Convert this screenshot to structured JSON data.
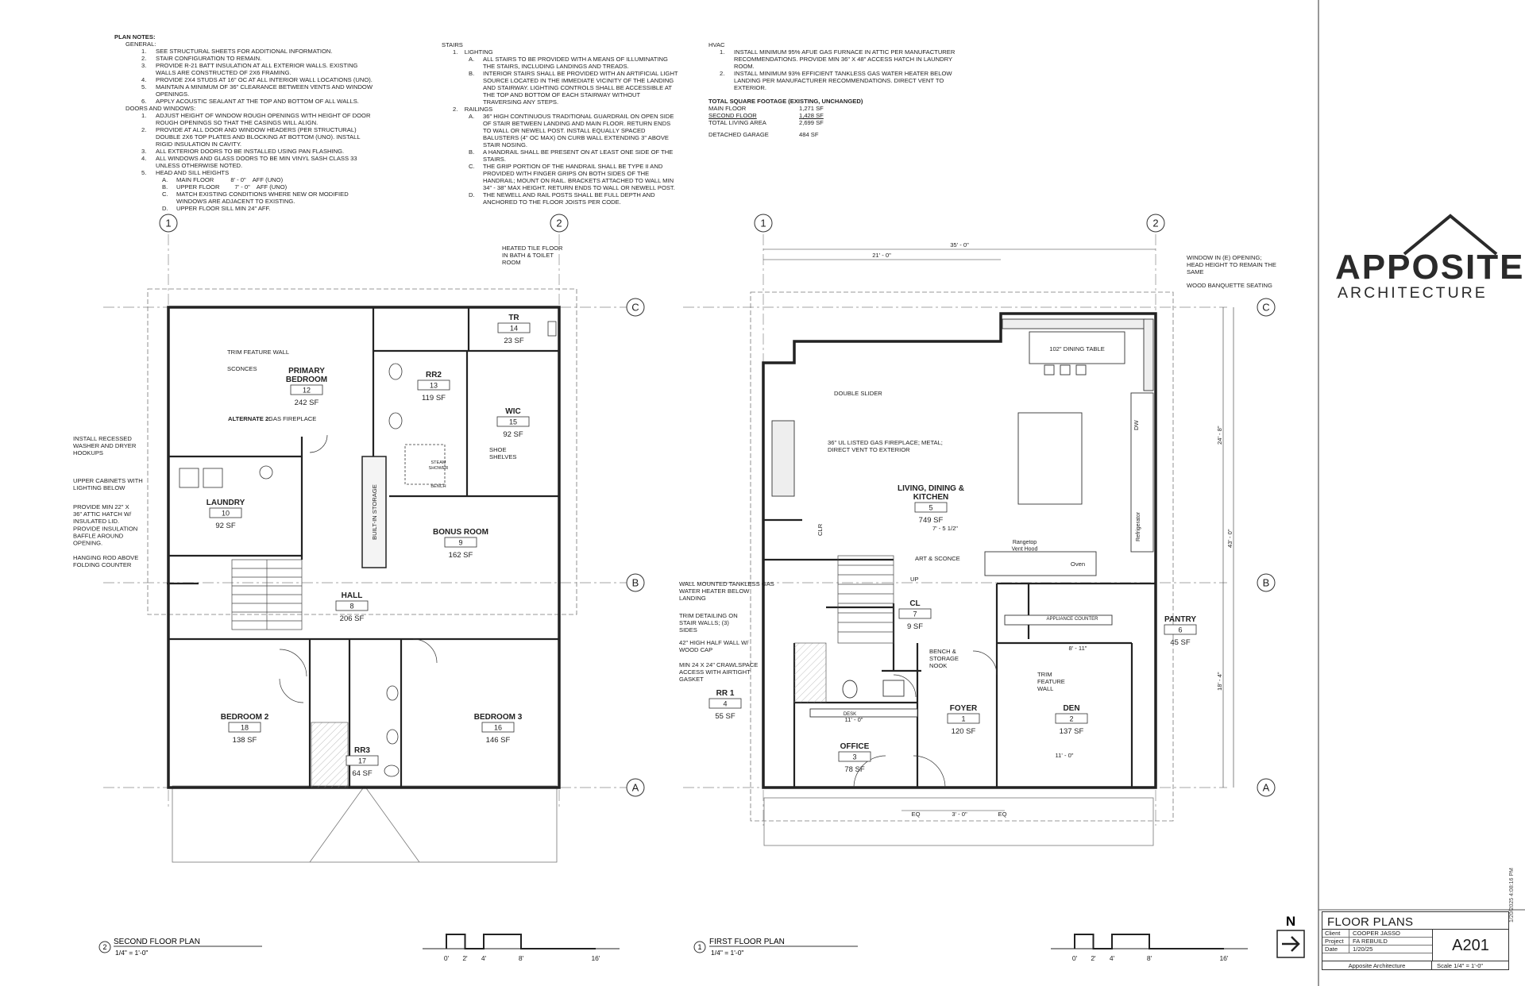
{
  "notes": {
    "title": "PLAN NOTES:",
    "general": {
      "heading": "GENERAL:",
      "items": [
        {
          "num": "1.",
          "text": "SEE STRUCTURAL SHEETS FOR ADDITIONAL INFORMATION."
        },
        {
          "num": "2.",
          "text": "STAIR CONFIGURATION TO REMAIN."
        },
        {
          "num": "3.",
          "text": "PROVIDE R-21 BATT INSULATION AT ALL EXTERIOR WALLS. EXISTING WALLS ARE CONSTRUCTED OF 2X6 FRAMING."
        },
        {
          "num": "4.",
          "text": "PROVIDE 2X4 STUDS AT 16\" OC AT ALL INTERIOR WALL LOCATIONS (UNO)."
        },
        {
          "num": "5.",
          "text": "MAINTAIN A MINIMUM OF 36\" CLEARANCE BETWEEN VENTS AND WINDOW OPENINGS."
        },
        {
          "num": "6.",
          "text": "APPLY ACOUSTIC SEALANT AT THE TOP AND BOTTOM OF ALL WALLS."
        }
      ]
    },
    "doors": {
      "heading": "DOORS AND WINDOWS:",
      "items": [
        {
          "num": "1.",
          "text": "ADJUST HEIGHT OF WINDOW ROUGH OPENINGS WITH HEIGHT OF DOOR ROUGH OPENINGS SO THAT THE CASINGS WILL ALIGN."
        },
        {
          "num": "2.",
          "text": "PROVIDE AT ALL DOOR AND WINDOW HEADERS (PER STRUCTURAL) DOUBLE 2X6 TOP PLATES AND BLOCKING AT BOTTOM (UNO). INSTALL RIGID INSULATION IN CAVITY."
        },
        {
          "num": "3.",
          "text": "ALL EXTERIOR DOORS TO BE INSTALLED USING PAN FLASHING."
        },
        {
          "num": "4.",
          "text": "ALL WINDOWS AND GLASS DOORS TO BE MIN VINYL SASH CLASS 33 UNLESS OTHERWISE NOTED."
        },
        {
          "num": "5.",
          "text": "HEAD AND SILL HEIGHTS"
        }
      ],
      "sub": [
        {
          "num": "A.",
          "text": "MAIN FLOOR          8' - 0\"    AFF (UNO)"
        },
        {
          "num": "B.",
          "text": "UPPER FLOOR         7' - 0\"    AFF (UNO)"
        },
        {
          "num": "C.",
          "text": "MATCH EXISTING CONDITIONS WHERE NEW OR MODIFIED WINDOWS ARE ADJACENT TO EXISTING."
        },
        {
          "num": "D.",
          "text": "UPPER FLOOR SILL MIN 24\" AFF."
        }
      ]
    },
    "stairs": {
      "heading": "STAIRS",
      "lighting": "LIGHTING",
      "lighting_items": [
        {
          "num": "A.",
          "text": "ALL STAIRS TO BE PROVIDED WITH A MEANS OF ILLUMINATING THE STAIRS, INCLUDING LANDINGS AND TREADS."
        },
        {
          "num": "B.",
          "text": "INTERIOR STAIRS SHALL BE PROVIDED WITH AN ARTIFICIAL LIGHT SOURCE LOCATED IN THE IMMEDIATE VICINITY OF THE LANDING AND STAIRWAY. LIGHTING CONTROLS SHALL BE ACCESSIBLE AT THE TOP AND BOTTOM OF EACH STAIRWAY WITHOUT TRAVERSING ANY STEPS."
        }
      ],
      "railings": "RAILINGS",
      "railing_items": [
        {
          "num": "A.",
          "text": "36\" HIGH CONTINUOUS TRADITIONAL GUARDRAIL ON OPEN SIDE OF STAIR BETWEEN LANDING AND MAIN FLOOR. RETURN ENDS TO WALL OR NEWELL POST. INSTALL EQUALLY SPACED BALUSTERS (4\" OC MAX) ON CURB WALL EXTENDING 3\" ABOVE STAIR NOSING."
        },
        {
          "num": "B.",
          "text": "A HANDRAIL SHALL BE PRESENT ON AT LEAST ONE SIDE OF THE STAIRS."
        },
        {
          "num": "C.",
          "text": "THE GRIP PORTION OF THE HANDRAIL SHALL BE TYPE II AND PROVIDED WITH FINGER GRIPS ON BOTH SIDES OF THE HANDRAIL; MOUNT ON RAIL. BRACKETS ATTACHED TO WALL MIN 34\" - 38\" MAX HEIGHT. RETURN ENDS TO WALL OR NEWELL POST."
        },
        {
          "num": "D.",
          "text": "THE NEWELL AND RAIL POSTS SHALL BE FULL DEPTH AND ANCHORED TO THE FLOOR JOISTS PER CODE."
        }
      ]
    },
    "hvac": {
      "heading": "HVAC",
      "items": [
        {
          "num": "1.",
          "text": "INSTALL MINIMUM 95% AFUE GAS FURNACE IN ATTIC PER MANUFACTURER RECOMMENDATIONS. PROVIDE MIN 36\" X 48\" ACCESS HATCH IN LAUNDRY ROOM."
        },
        {
          "num": "2.",
          "text": "INSTALL MINIMUM 93% EFFICIENT TANKLESS GAS WATER HEATER BELOW LANDING PER MANUFACTURER RECOMMENDATIONS. DIRECT VENT TO EXTERIOR."
        }
      ]
    },
    "sqft": {
      "heading": "TOTAL SQUARE FOOTAGE (EXISTING, UNCHANGED)",
      "rows": [
        {
          "label": "MAIN FLOOR",
          "value": "1,271 SF"
        },
        {
          "label": "SECOND FLOOR",
          "value": "1,428 SF"
        },
        {
          "label": "TOTAL LIVING AREA",
          "value": "2,699 SF"
        },
        {
          "label": "DETACHED GARAGE",
          "value": "484 SF"
        }
      ]
    }
  },
  "second_floor": {
    "rooms": [
      {
        "name": "PRIMARY BEDROOM",
        "num": "12",
        "area": "242 SF"
      },
      {
        "name": "RR2",
        "num": "13",
        "area": "119 SF"
      },
      {
        "name": "TR",
        "num": "14",
        "area": "23 SF"
      },
      {
        "name": "WIC",
        "num": "15",
        "area": "92 SF"
      },
      {
        "name": "LAUNDRY",
        "num": "10",
        "area": "92 SF"
      },
      {
        "name": "BONUS ROOM",
        "num": "9",
        "area": "162 SF"
      },
      {
        "name": "HALL",
        "num": "8",
        "area": "206 SF"
      },
      {
        "name": "BEDROOM 2",
        "num": "18",
        "area": "138 SF"
      },
      {
        "name": "BEDROOM 3",
        "num": "16",
        "area": "146 SF"
      },
      {
        "name": "RR3",
        "num": "17",
        "area": "64 SF"
      }
    ],
    "labels": {
      "heated_tile": "HEATED TILE FLOOR IN BATH & TOILET ROOM",
      "trim_feature_wall": "TRIM FEATURE WALL",
      "sconces": "SCONCES",
      "alternate": "ALTERNATE 2:",
      "alternate_text": "GAS FIREPLACE",
      "washer": "INSTALL RECESSED WASHER AND DRYER HOOKUPS",
      "upper_cabinets": "UPPER CABINETS WITH LIGHTING BELOW",
      "attic_hatch": "PROVIDE MIN 22\" X 36\" ATTIC HATCH W/ INSULATED LID. PROVIDE INSULATION BAFFLE AROUND OPENING.",
      "hanging_rod": "HANGING ROD ABOVE FOLDING COUNTER",
      "built_in": "BUILT-IN STORAGE",
      "shoe_shelves": "SHOE SHELVES",
      "steam_shower": "STEAM SHOWER",
      "bench": "BENCH"
    },
    "title": "SECOND FLOOR PLAN",
    "scale": "1/4\" = 1'-0\"",
    "title_num": "2"
  },
  "first_floor": {
    "rooms": [
      {
        "name": "LIVING, DINING & KITCHEN",
        "num": "5",
        "area": "749 SF"
      },
      {
        "name": "PANTRY",
        "num": "6",
        "area": "45 SF"
      },
      {
        "name": "CL",
        "num": "7",
        "area": "9 SF"
      },
      {
        "name": "RR 1",
        "num": "4",
        "area": "55 SF"
      },
      {
        "name": "FOYER",
        "num": "1",
        "area": "120 SF"
      },
      {
        "name": "DEN",
        "num": "2",
        "area": "137 SF"
      },
      {
        "name": "OFFICE",
        "num": "3",
        "area": "78 SF"
      }
    ],
    "labels": {
      "window": "WINDOW IN (E) OPENING; HEAD HEIGHT TO REMAIN THE SAME",
      "banquette": "WOOD BANQUETTE SEATING",
      "dining_table": "102\" DINING TABLE",
      "double_slider": "DOUBLE SLIDER",
      "fireplace": "36\" UL LISTED GAS FIREPLACE; METAL; DIRECT VENT TO EXTERIOR",
      "art_sconce": "ART & SCONCE",
      "rangetop": "Rangetop Vent Hood",
      "oven": "Oven",
      "refrigerator": "Refrigerator",
      "water_heater": "WALL MOUNTED TANKLESS GAS WATER HEATER BELOW LANDING",
      "trim_detailing": "TRIM DETAILING ON STAIR WALLS; (3) SIDES",
      "half_wall": "42\" HIGH HALF WALL W/ WOOD CAP",
      "crawlspace": "MIN 24 X 24\" CRAWLSPACE ACCESS WITH AIRTIGHT GASKET",
      "bench_storage": "BENCH & STORAGE NOOK",
      "trim_feature": "TRIM FEATURE WALL",
      "appliance_counter": "APPLIANCE COUNTER",
      "desk": "DESK",
      "up": "UP",
      "clr": "CLR",
      "dw": "DW"
    },
    "dims": {
      "overall_top": "35' - 0\"",
      "top_left": "21' - 0\"",
      "right_total": "43' - 0\"",
      "right_a": "24' - 8\"",
      "right_b": "18' - 4\"",
      "eq": "EQ",
      "door_w": "3' - 0\"",
      "den_w": "11' - 0\"",
      "office_w": "11' - 0\"",
      "pantry_w": "8' - 11\"",
      "island": "7' - 5 1/2\""
    },
    "title": "FIRST FLOOR PLAN",
    "scale": "1/4\" = 1'-0\"",
    "title_num": "1"
  },
  "grid": {
    "col1": "1",
    "col2": "2",
    "rowA": "A",
    "rowB": "B",
    "rowC": "C"
  },
  "scale_bar": {
    "t0": "0'",
    "t2": "2'",
    "t4": "4'",
    "t8": "8'",
    "t16": "16'"
  },
  "north": "N",
  "logo": {
    "main": "APPOSITE",
    "sub": "ARCHITECTURE"
  },
  "title_block": {
    "heading": "FLOOR PLANS",
    "rows": [
      {
        "label": "Client",
        "value": "COOPER JASSO"
      },
      {
        "label": "Project",
        "value": "FA REBUILD"
      },
      {
        "label": "Date",
        "value": "1/20/25"
      }
    ],
    "firm": "Apposite Architecture",
    "scale": "Scale  1/4\" = 1'-0\"",
    "sheet": "A201"
  },
  "timestamp": "1/20/2025 4:08:16 PM"
}
